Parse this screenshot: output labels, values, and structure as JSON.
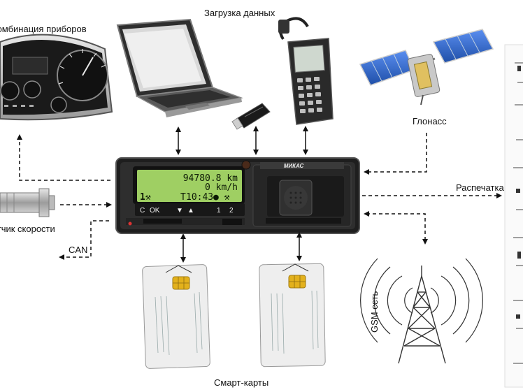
{
  "labels": {
    "instrument_cluster": "Комбинация приборов",
    "data_download": "Загрузка данных",
    "glonass": "Глонасс",
    "printout": "Распечатка",
    "speed_sensor": "Датчик скорости",
    "can": "CAN",
    "gsm": "GSM сеть",
    "smart_cards": "Смарт-карты"
  },
  "device": {
    "brand": "МИКАС",
    "odometer": "94780.8 km",
    "speed": "0 km/h",
    "time_line": "10:43",
    "buttons": [
      "C",
      "OK",
      "▼",
      "▲",
      "1",
      "2"
    ]
  },
  "colors": {
    "lcd": "#9fcf63",
    "device_body": "#2b2b2b",
    "sky_panel": "#3d6fd0",
    "card_chip": "#e3b11c"
  },
  "icons": {
    "laptop": "laptop-icon",
    "usb": "usb-stick-icon",
    "reader": "handheld-reader-icon",
    "satellite": "satellite-icon",
    "tower": "radio-tower-icon",
    "sensor": "speed-sensor-icon"
  }
}
